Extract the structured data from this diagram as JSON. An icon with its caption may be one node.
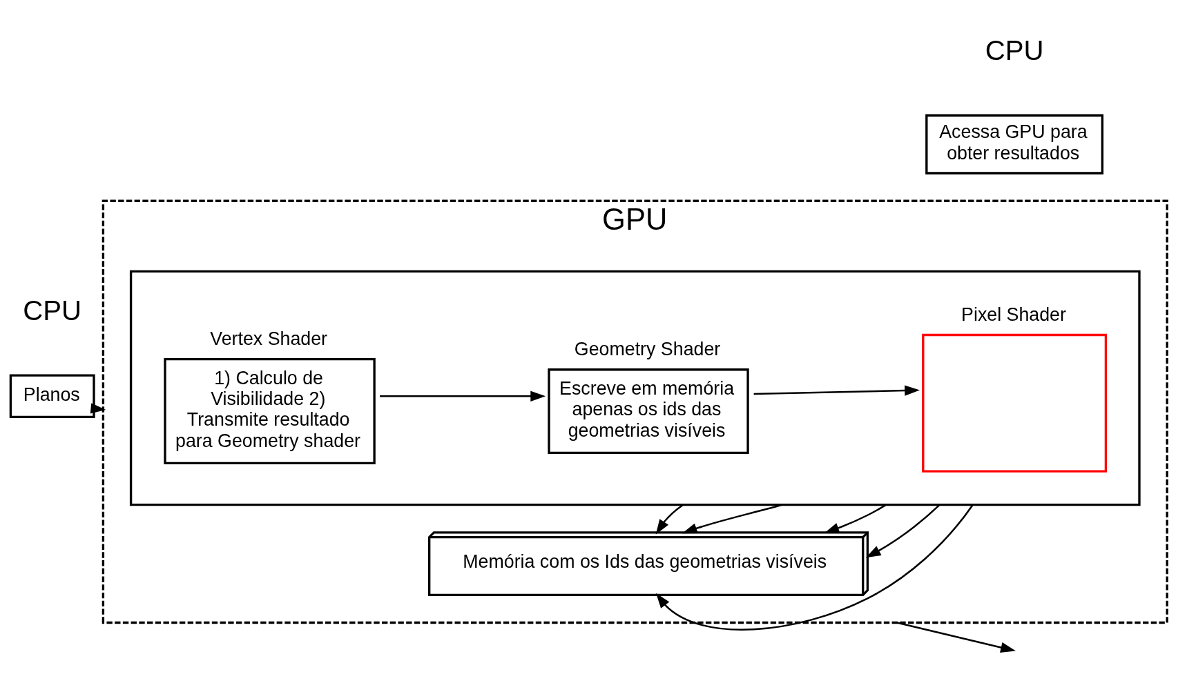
{
  "diagram": {
    "nodes": [
      {
        "text": [
          "GPU"
        ]
      },
      {
        "text": [],
        "shape": "box",
        "in": 0
      },
      {
        "text": [
          "Vertex Shader",
          "1) Calculo de Visibilidade 2) Transmite resultado para Geometry shader"
        ],
        "in": 1
      },
      {
        "text": [
          "Geometry Shader",
          "Escreve em memória apenas os ids das geometrias visíveis"
        ],
        "in": 1
      },
      {
        "text": [
          "Pixel Shader"
        ],
        "in": 1
      },
      {
        "text": [
          "Memória com os Ids das geometrias visíveis"
        ],
        "in": 0
      },
      {
        "text": [
          "Planos"
        ]
      },
      {
        "text": [
          "Acessa GPU para obter resultados"
        ]
      }
    ],
    "edges": [
      {
        "from": 6,
        "to": 0,
        "arrow": "to"
      },
      {
        "from": 2,
        "to": 3,
        "arrow": "to"
      },
      {
        "from": 3,
        "to": 4,
        "arrow": "to"
      },
      {
        "from": 1,
        "to": 5,
        "arrow": "to"
      },
      {
        "from": 1,
        "to": 5,
        "arrow": "to"
      },
      {
        "from": 1,
        "to": 5,
        "arrow": "to"
      },
      {
        "from": 1,
        "to": 5,
        "arrow": "to"
      },
      {
        "from": 1,
        "to": 5,
        "arrow": "to"
      },
      {
        "from": 0,
        "to": null,
        "arrow": "to"
      }
    ],
    "labels": [
      "CPU",
      "CPU"
    ]
  }
}
